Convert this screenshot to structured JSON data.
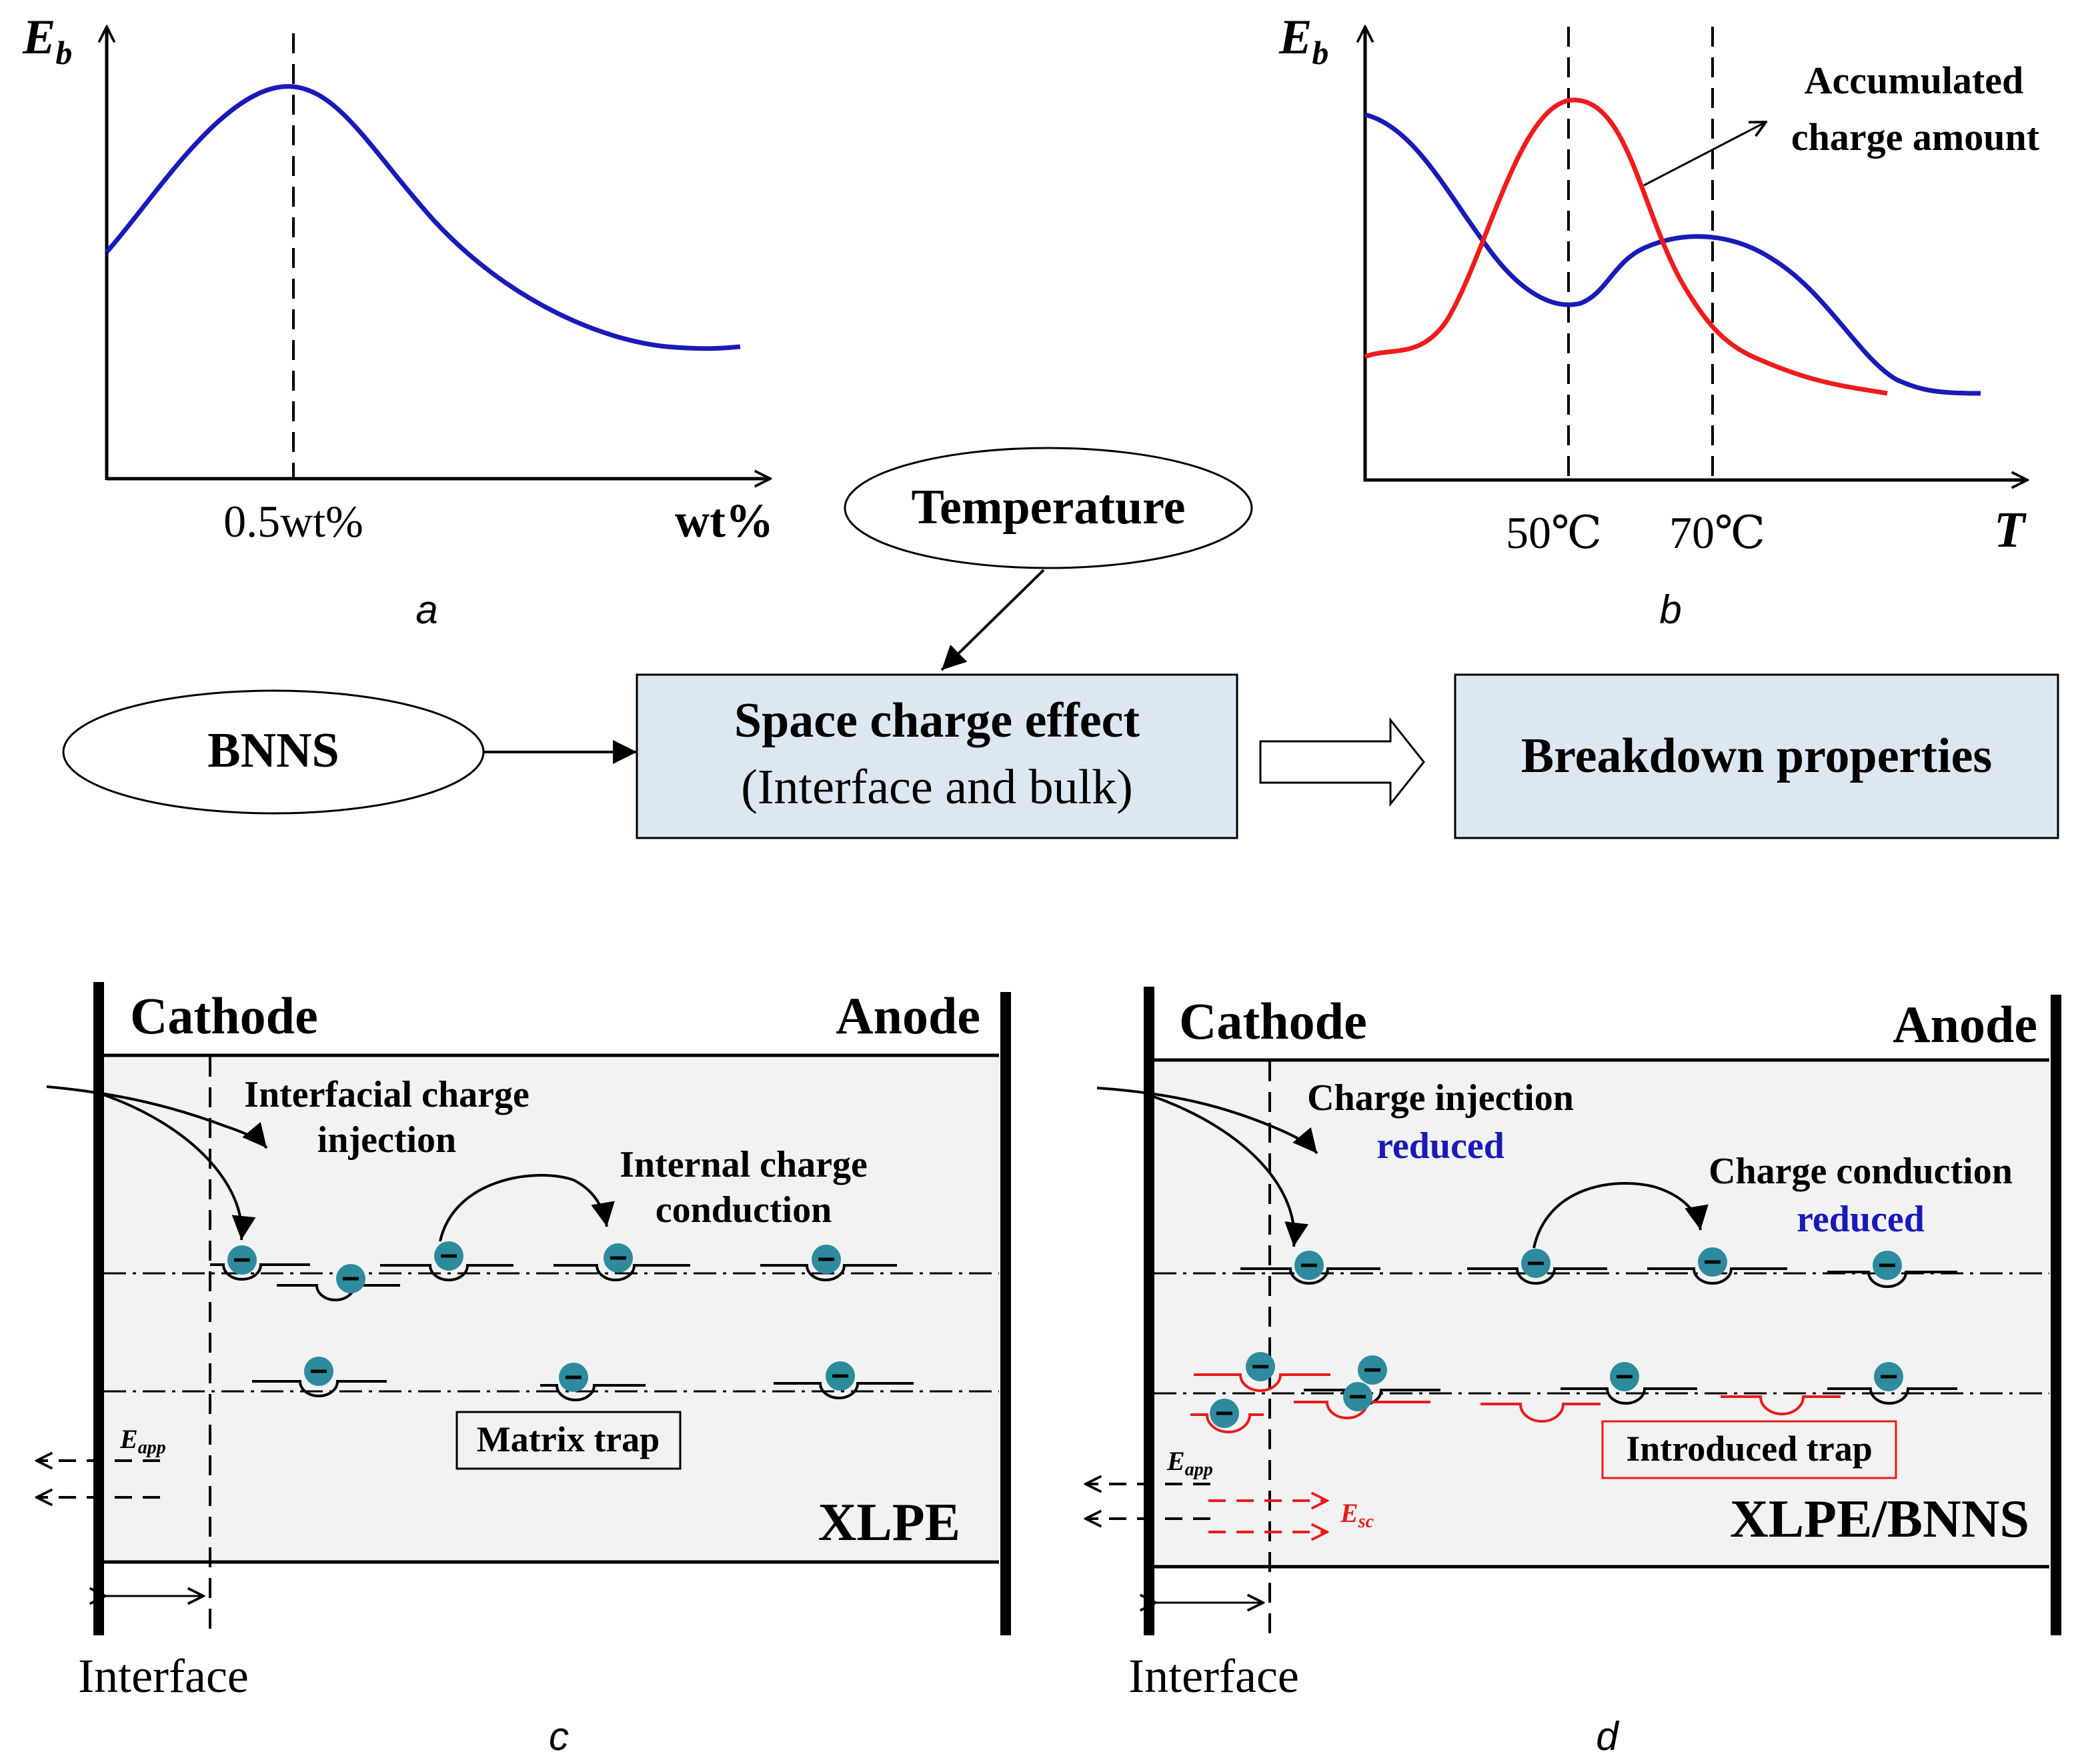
{
  "panel_a": {
    "y_label_main": "E",
    "y_label_sub": "b",
    "x_tick": "0.5wt%",
    "x_label": "wt%",
    "caption": "a"
  },
  "panel_b": {
    "y_label_main": "E",
    "y_label_sub": "b",
    "annotation_line1": "Accumulated",
    "annotation_line2": "charge amount",
    "x_tick_1": "50℃",
    "x_tick_2": "70℃",
    "x_label": "T",
    "caption": "b"
  },
  "flow": {
    "temperature": "Temperature",
    "bnns": "BNNS",
    "space_charge_title": "Space charge effect",
    "space_charge_sub": "(Interface and bulk)",
    "breakdown": "Breakdown properties"
  },
  "panel_c": {
    "cathode": "Cathode",
    "anode": "Anode",
    "injection_line1": "Interfacial charge",
    "injection_line2": "injection",
    "conduction_line1": "Internal charge",
    "conduction_line2": "conduction",
    "trap_label": "Matrix trap",
    "material": "XLPE",
    "e_app_main": "E",
    "e_app_sub": "app",
    "interface": "Interface",
    "caption": "c"
  },
  "panel_d": {
    "cathode": "Cathode",
    "anode": "Anode",
    "injection": "Charge injection",
    "injection_reduced": "reduced",
    "conduction": "Charge conduction",
    "conduction_reduced": "reduced",
    "trap_label": "Introduced trap",
    "material": "XLPE/BNNS",
    "e_app_main": "E",
    "e_app_sub": "app",
    "e_sc_main": "E",
    "e_sc_sub": "sc",
    "interface": "Interface",
    "caption": "d"
  },
  "colors": {
    "breakdown_curve": "#1a1ab8",
    "charge_curve": "#ee1c1c",
    "box_fill": "#dde7f1",
    "panel_fill": "#f2f2f2",
    "charge_dot": "#2e8b9e",
    "reduced_text": "#1a1ab8",
    "introduced": "#e81b1b"
  }
}
